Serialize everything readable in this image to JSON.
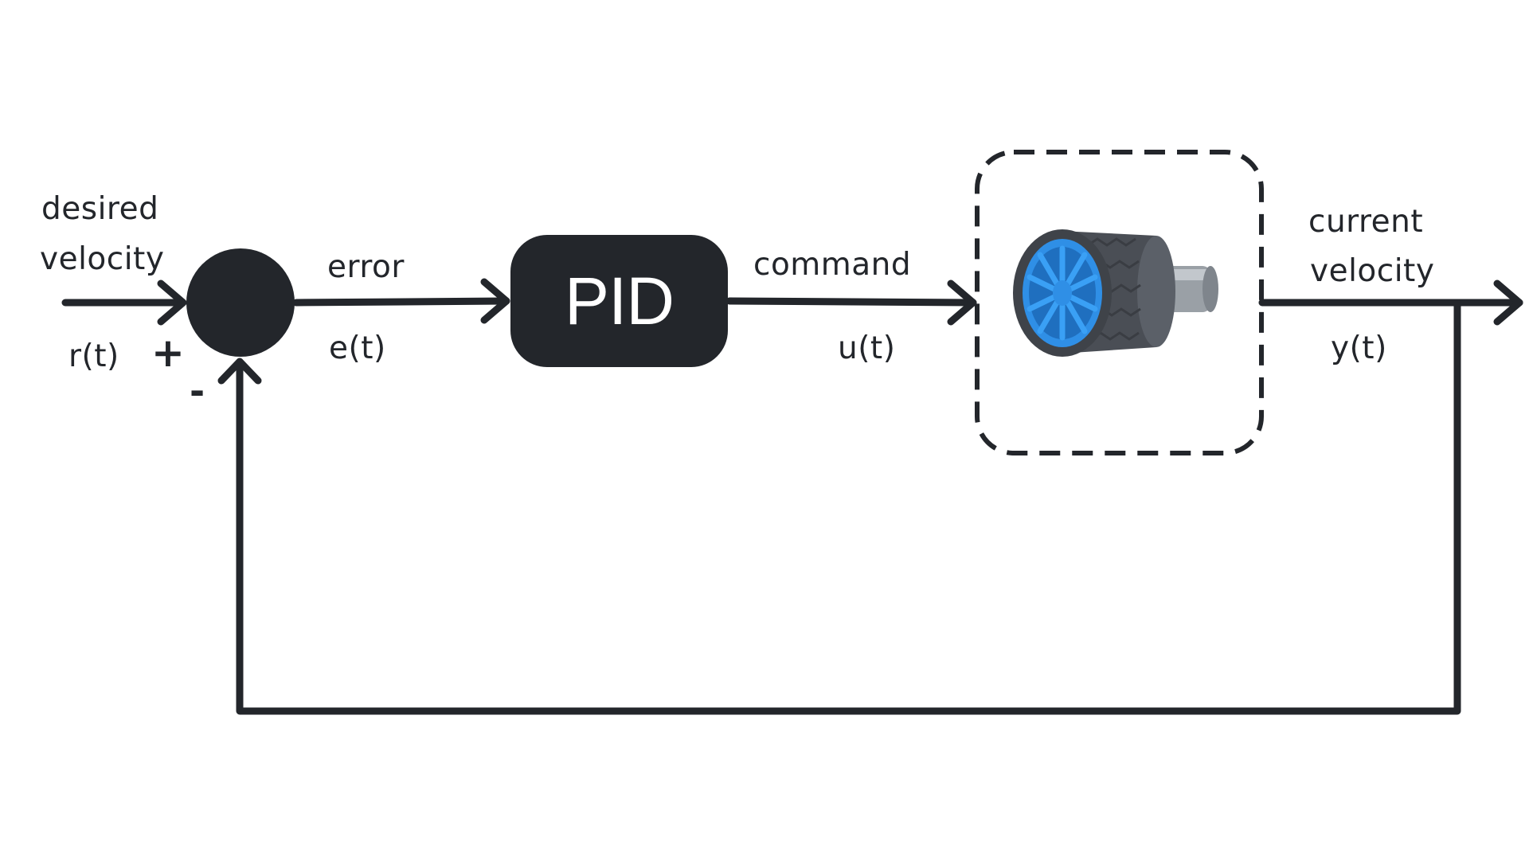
{
  "diagram": {
    "input": {
      "label_line1": "desired",
      "label_line2": "velocity",
      "signal": "r(t)"
    },
    "summing_junction": {
      "plus_sign": "+",
      "minus_sign": "-"
    },
    "error": {
      "label": "error",
      "signal": "e(t)"
    },
    "controller": {
      "label": "PID"
    },
    "command": {
      "label": "command",
      "signal": "u(t)"
    },
    "plant": {
      "icon": "motor-wheel-icon"
    },
    "output": {
      "label_line1": "current",
      "label_line2": "velocity",
      "signal": "y(t)"
    }
  },
  "colors": {
    "ink": "#23262b",
    "background": "#ffffff",
    "wheel_rim": "#2f8fe6",
    "tire": "#4a4e55",
    "shaft": "#9aa0a6"
  }
}
